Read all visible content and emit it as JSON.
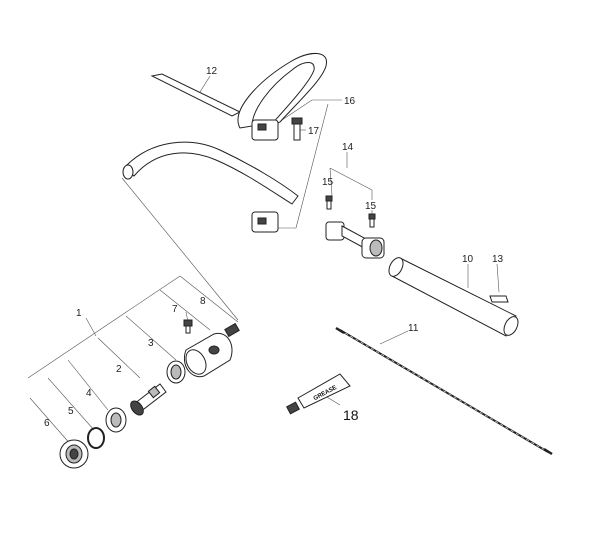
{
  "labels": {
    "p1": "1",
    "p2": "2",
    "p3": "3",
    "p4": "4",
    "p5": "5",
    "p6": "6",
    "p7": "7",
    "p8": "8",
    "p10": "10",
    "p11": "11",
    "p12": "12",
    "p13": "13",
    "p14": "14",
    "p15a": "15",
    "p15b": "15",
    "p16": "16",
    "p17": "17",
    "p18": "18"
  },
  "grease_tube_text": "GREASE"
}
